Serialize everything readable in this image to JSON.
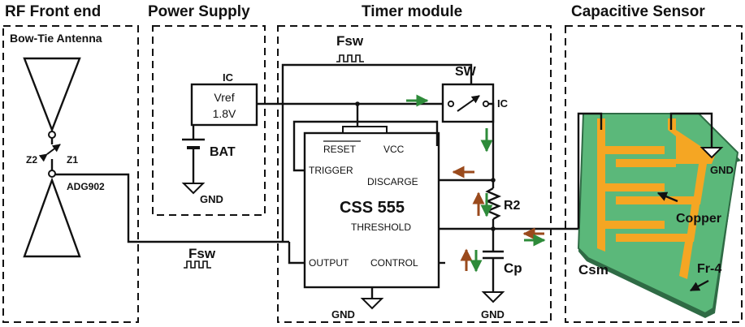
{
  "sections": {
    "rf": "RF Front end",
    "power": "Power Supply",
    "timer": "Timer module",
    "sensor": "Capacitive Sensor"
  },
  "rf": {
    "antenna": "Bow-Tie Antenna",
    "switch_pos1": "Z2",
    "switch_pos2": "Z1",
    "switch_ic": "ADG902",
    "fsw": "Fsw"
  },
  "power": {
    "ic": "IC",
    "vref_line1": "Vref",
    "vref_line2": "1.8V",
    "battery": "BAT",
    "gnd": "GND"
  },
  "timer": {
    "fsw": "Fsw",
    "sw": "SW",
    "sw_ic": "IC",
    "chip": "CSS 555",
    "pins": {
      "reset": "RESET",
      "vcc": "VCC",
      "trigger": "TRIGGER",
      "discharge": "DISCARGE",
      "threshold": "THRESHOLD",
      "output": "OUTPUT",
      "control": "CONTROL"
    },
    "r2": "R2",
    "cp": "Cp",
    "gnd_chip": "GND",
    "gnd_cap": "GND"
  },
  "sensor": {
    "gnd": "GND",
    "copper": "Copper",
    "csm": "Csm",
    "substrate": "Fr-4"
  },
  "colors": {
    "board": "#5bb87a",
    "board_edge": "#2f6b45",
    "copper": "#f5a623",
    "arrow_green": "#2e8b3a",
    "arrow_brown": "#9a4a1c"
  }
}
